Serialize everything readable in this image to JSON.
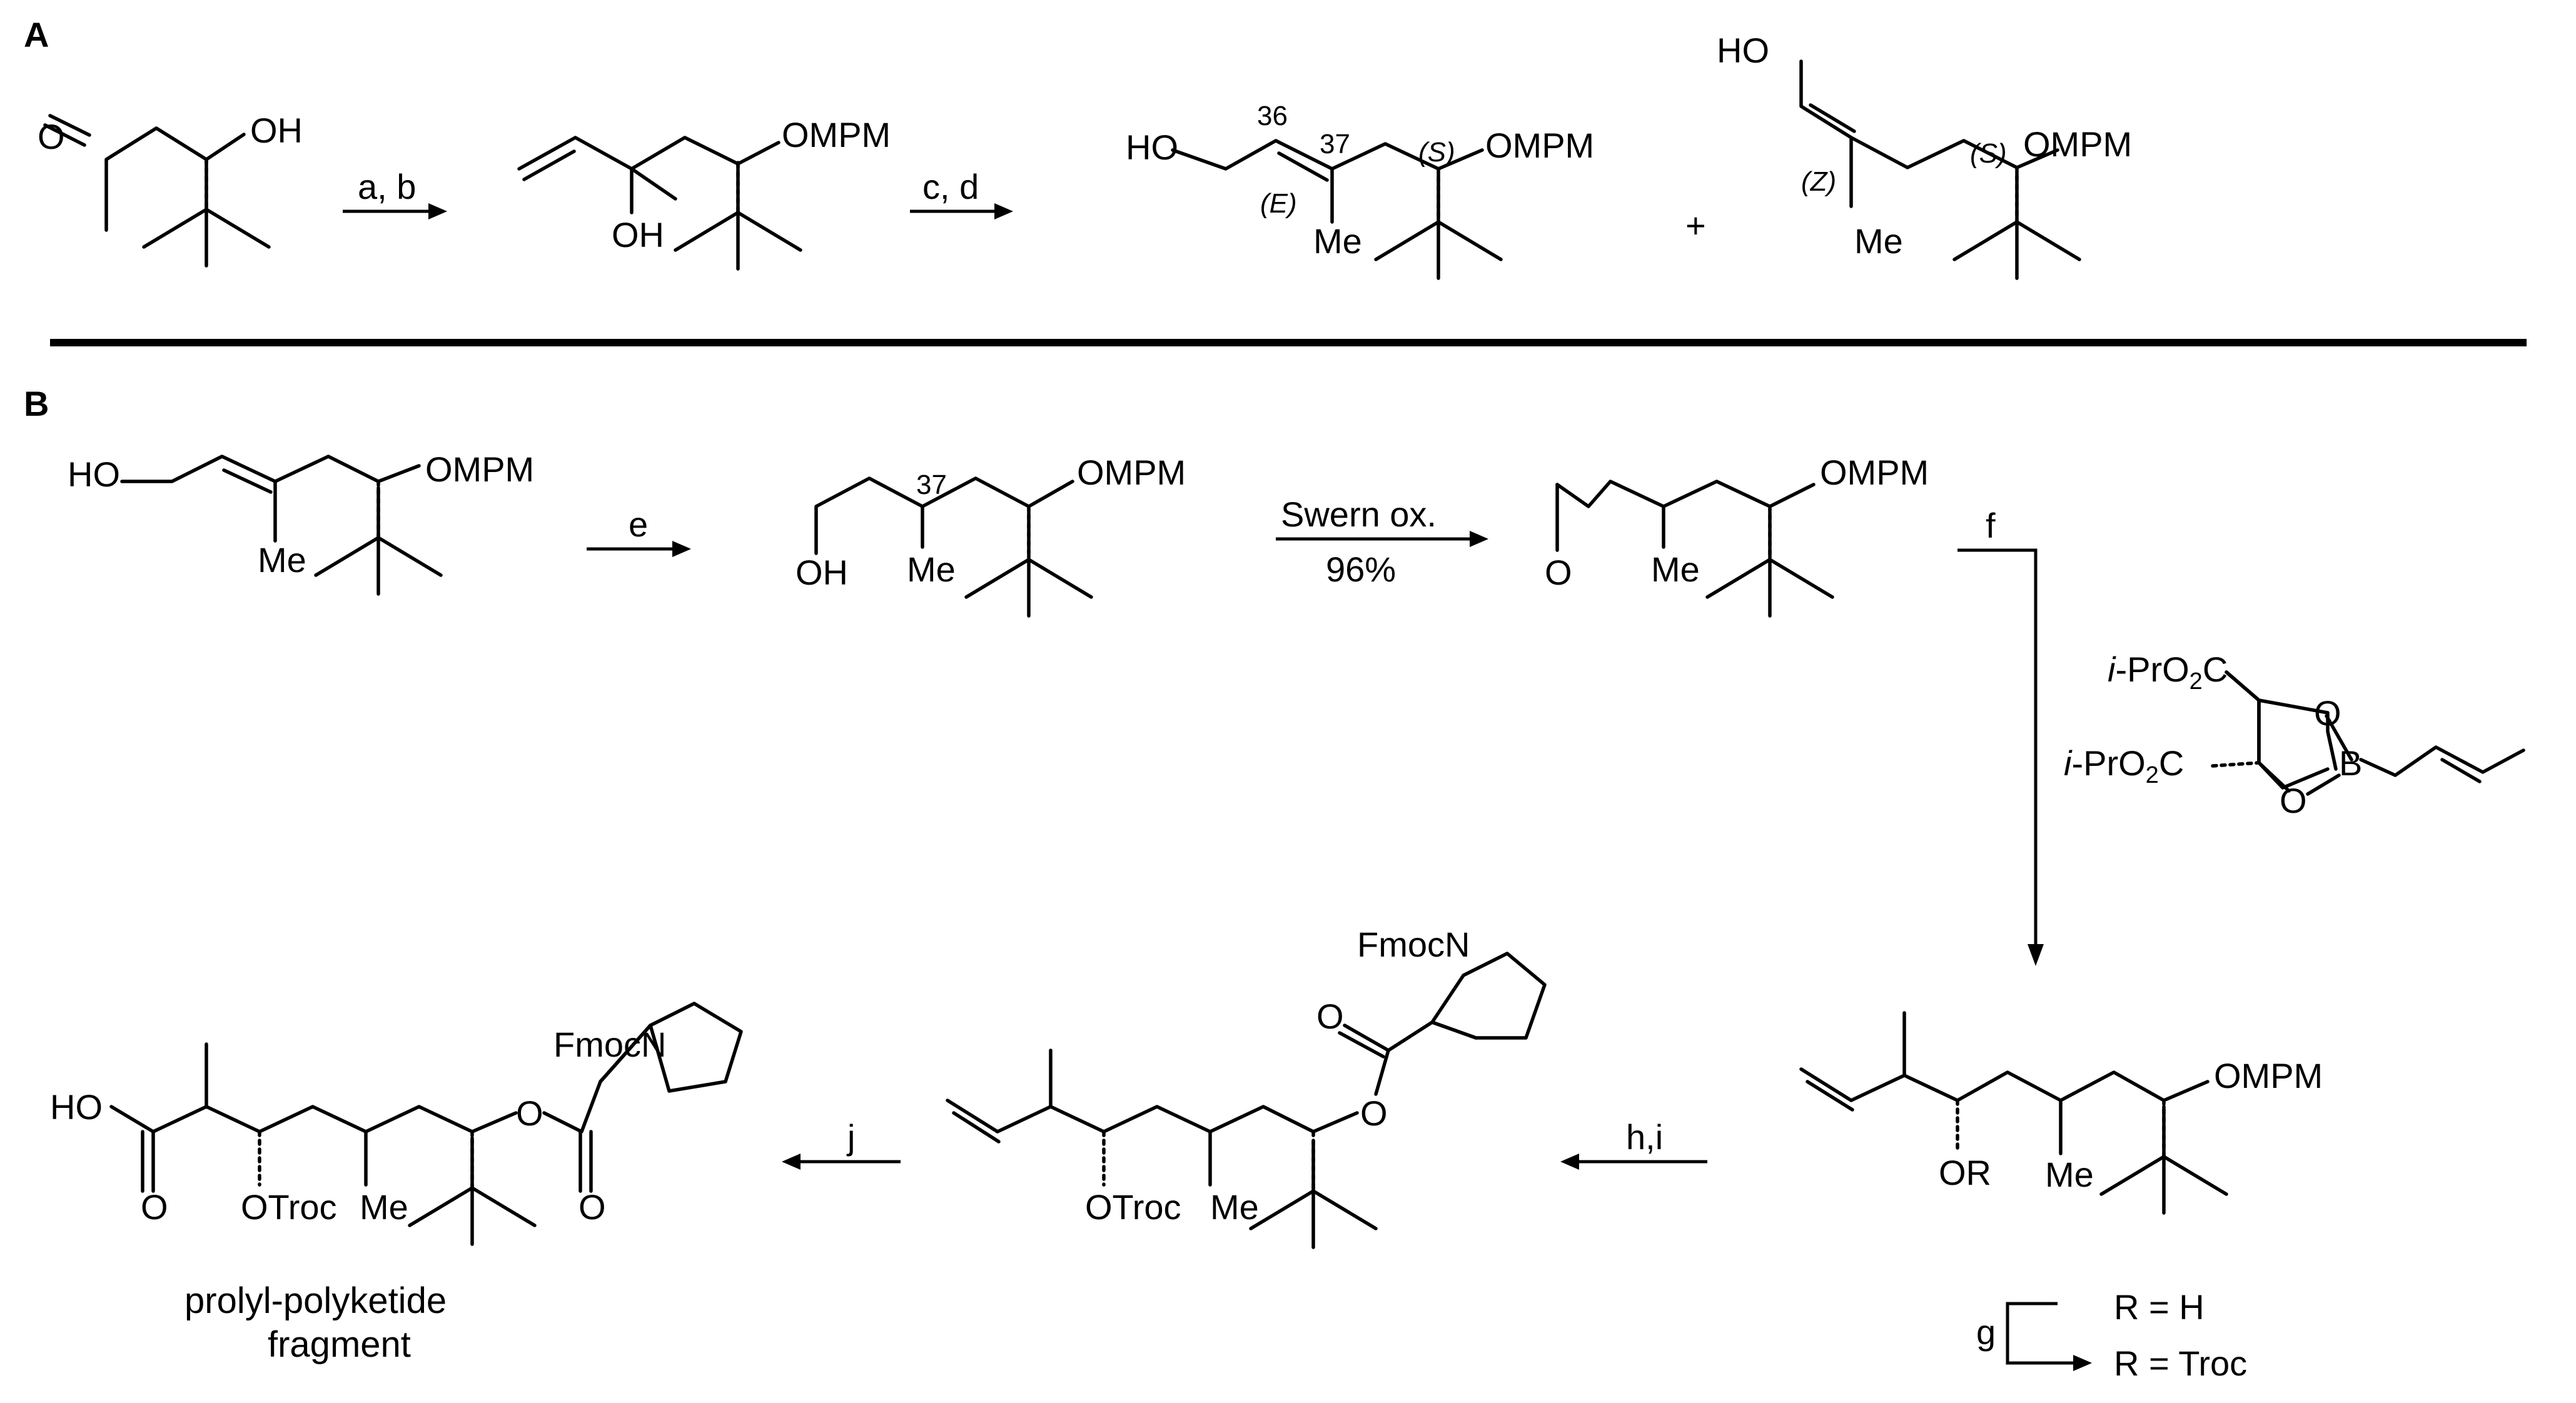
{
  "panels": {
    "a": "A",
    "b": "B"
  },
  "reagents": {
    "ab": "a, b",
    "cd": "c, d",
    "e": "e",
    "swern": "Swern ox.",
    "yield": "96%",
    "f": "f",
    "g": "g",
    "hi": "h,i",
    "j": "j"
  },
  "atoms": {
    "O": "O",
    "OH": "OH",
    "HO": "HO",
    "OMPM": "OMPM",
    "Me": "Me",
    "OR": "OR",
    "OTroc": "OTroc",
    "FmocN": "FmocN",
    "B": "B",
    "plus": "+"
  },
  "stereo": {
    "c36": "36",
    "c37": "37",
    "E": "(E)",
    "Z": "(Z)",
    "S": "(S)"
  },
  "boronate": {
    "ester_ipr": "i",
    "ester_rest": "-PrO",
    "ester_sub": "2",
    "ester_c": "C"
  },
  "r_labels": {
    "h": "R = H",
    "troc": "R = Troc"
  },
  "caption": {
    "line1": "prolyl-polyketide",
    "line2": "fragment"
  }
}
